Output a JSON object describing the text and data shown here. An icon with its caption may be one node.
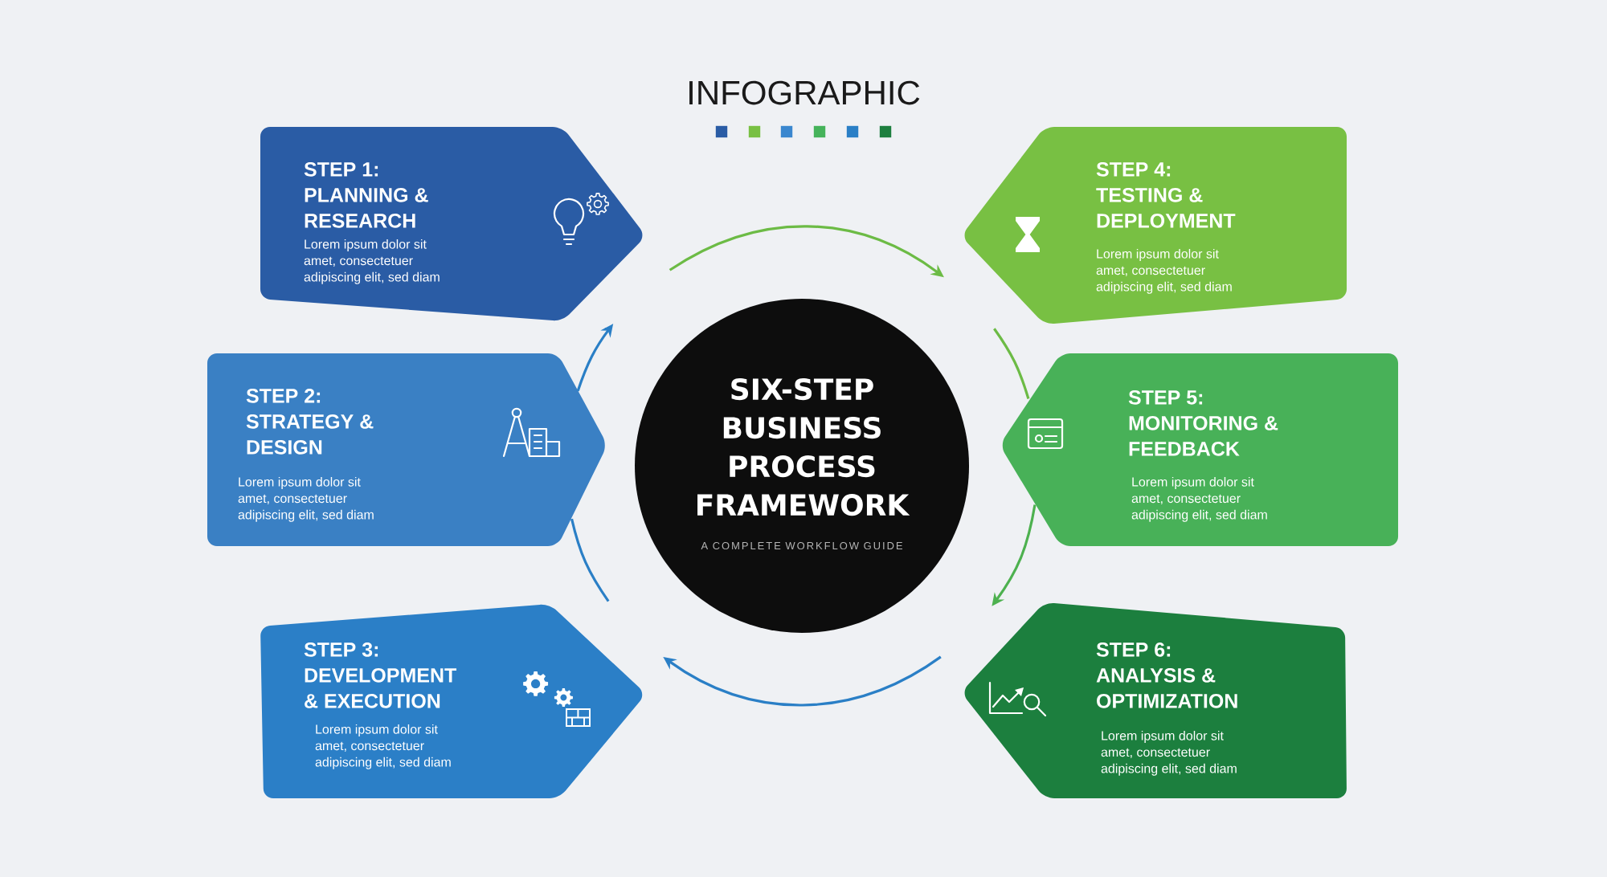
{
  "diagram": {
    "title": "INFOGRAPHIC",
    "nodes": [
      {
        "text": [
          "STEP 1: PLANNING & RESEARCH",
          "Lorem ipsum dolor sit amet, consectetuer adipiscing elit, sed diam"
        ]
      },
      {
        "text": [
          "STEP 2: STRATEGY & DESIGN",
          "Lorem ipsum dolor sit amet, consectetuer adipiscing elit, sed diam"
        ]
      },
      {
        "text": [
          "STEP 3: DEVELOPMENT & EXECUTION",
          "Lorem ipsum dolor sit amet, consectetuer adipiscing elit, sed diam"
        ]
      },
      {
        "text": [
          "STEP 4: TESTING & DEPLOYMENT",
          "Lorem ipsum dolor sit amet, consectetuer adipiscing elit, sed diam"
        ]
      },
      {
        "text": [
          "STEP 5: MONITORING & FEEDBACK",
          "Lorem ipsum dolor sit amet, consectetuer adipiscing elit, sed diam"
        ]
      },
      {
        "text": [
          "STEP 6: ANALYSIS & OPTIMIZATION",
          "Lorem ipsum dolor sit amet, consectetuer adipiscing elit, sed diam"
        ]
      },
      {
        "text": [
          "SIX-STEP BUSINESS PROCESS FRAMEWORK",
          "A COMPLETE WORKFLOW GUIDE"
        ]
      }
    ],
    "edges": [
      {
        "from": 0,
        "to": 3,
        "arrow": "to",
        "color": "#6cbb45"
      },
      {
        "from": 3,
        "to": 4,
        "arrow": "none",
        "color": "#6cbb45"
      },
      {
        "from": 4,
        "to": 5,
        "arrow": "to",
        "color": "#4db14f"
      },
      {
        "from": 5,
        "to": 2,
        "arrow": "to",
        "color": "#2a7fc6"
      },
      {
        "from": 2,
        "to": 1,
        "arrow": "none",
        "color": "#2a7fc6"
      },
      {
        "from": 1,
        "to": 0,
        "arrow": "to",
        "color": "#2a7fc6"
      }
    ]
  }
}
